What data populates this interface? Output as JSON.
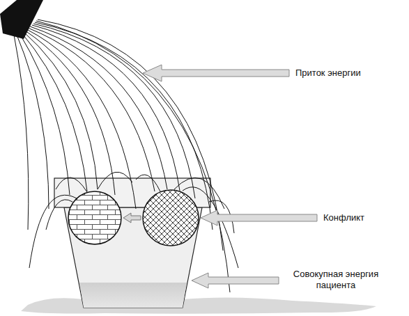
{
  "diagram": {
    "labels": [
      "Приток энергии",
      "Конфликт",
      "Совокупная энергия пациента"
    ]
  }
}
